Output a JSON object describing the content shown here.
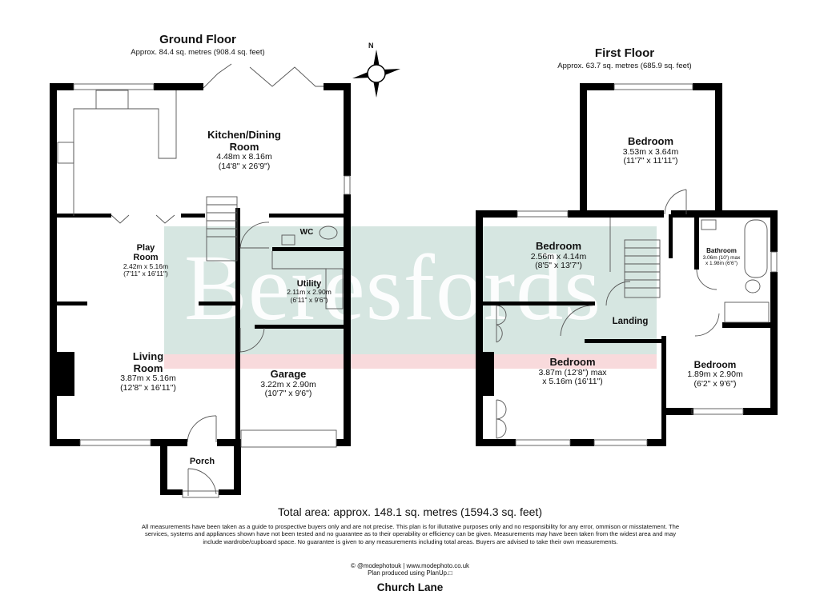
{
  "ground_floor": {
    "title": "Ground Floor",
    "area": "Approx. 84.4 sq. metres (908.4 sq. feet)",
    "rooms": [
      {
        "name": "Kitchen/Dining Room",
        "line1": "Kitchen/Dining",
        "line2": "Room",
        "metric": "4.48m x 8.16m",
        "imperial": "(14'8\" x 26'9\")"
      },
      {
        "name": "Play Room",
        "line1": "Play",
        "line2": "Room",
        "metric": "2.42m x 5.16m",
        "imperial": "(7'11\" x 16'11\")"
      },
      {
        "name": "WC",
        "line1": "WC"
      },
      {
        "name": "Utility",
        "line1": "Utility",
        "metric": "2.11m x 2.90m",
        "imperial": "(6'11\" x 9'6\")"
      },
      {
        "name": "Living Room",
        "line1": "Living",
        "line2": "Room",
        "metric": "3.87m x 5.16m",
        "imperial": "(12'8\" x 16'11\")"
      },
      {
        "name": "Garage",
        "line1": "Garage",
        "metric": "3.22m x 2.90m",
        "imperial": "(10'7\" x 9'6\")"
      },
      {
        "name": "Porch",
        "line1": "Porch"
      }
    ]
  },
  "first_floor": {
    "title": "First Floor",
    "area": "Approx. 63.7 sq. metres (685.9 sq. feet)",
    "rooms": [
      {
        "name": "Bedroom",
        "line1": "Bedroom",
        "metric": "3.53m x 3.64m",
        "imperial": "(11'7\" x 11'11\")"
      },
      {
        "name": "Bedroom",
        "line1": "Bedroom",
        "metric": "2.56m x 4.14m",
        "imperial": "(8'5\" x 13'7\")"
      },
      {
        "name": "Bathroom",
        "line1": "Bathroom",
        "metric": "3.06m (10') max",
        "imperial": "x 1.98m (6'6\")"
      },
      {
        "name": "Landing",
        "line1": "Landing"
      },
      {
        "name": "Bedroom",
        "line1": "Bedroom",
        "metric": "3.87m (12'8\") max",
        "imperial": "x 5.16m (16'11\")"
      },
      {
        "name": "Bedroom",
        "line1": "Bedroom",
        "metric": "1.89m x 2.90m",
        "imperial": "(6'2\" x 9'6\")"
      }
    ]
  },
  "compass": {
    "label": "N"
  },
  "watermark": {
    "text": "Beresfords",
    "colors": {
      "green": "#cfe2dc",
      "pink": "#f7d6d8"
    }
  },
  "footer": {
    "total_area": "Total area: approx. 148.1 sq. metres (1594.3 sq. feet)",
    "disclaimer": "All measurements have been taken as a guide to prospective buyers only and are not precise. This plan is for illutrative purposes only and no responsibility for any error, ommison or misstatement. The services, systems and appliances shown have not been tested and no guarantee as to their operability or efficiency can be given. Measurements may have been taken from the widest area and may include wardrobe/cupboard space. No guarantee is given to any measurements including total areas. Buyers are advised to take their own measurements.",
    "credit_line1": "© @modephotouk | www.modephoto.co.uk",
    "credit_line2": "Plan produced using PlanUp.□",
    "address": "Church Lane"
  }
}
